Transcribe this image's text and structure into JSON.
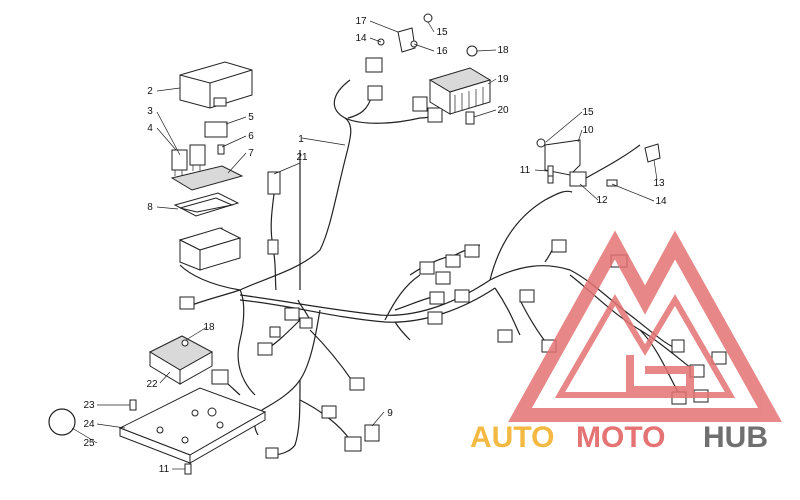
{
  "diagram": {
    "callouts": [
      {
        "id": "c1",
        "label": "1"
      },
      {
        "id": "c2",
        "label": "2"
      },
      {
        "id": "c3",
        "label": "3"
      },
      {
        "id": "c4",
        "label": "4"
      },
      {
        "id": "c5",
        "label": "5"
      },
      {
        "id": "c6",
        "label": "6"
      },
      {
        "id": "c7",
        "label": "7"
      },
      {
        "id": "c8",
        "label": "8"
      },
      {
        "id": "c9",
        "label": "9"
      },
      {
        "id": "c10",
        "label": "10"
      },
      {
        "id": "c11a",
        "label": "11"
      },
      {
        "id": "c11b",
        "label": "11"
      },
      {
        "id": "c12",
        "label": "12"
      },
      {
        "id": "c13",
        "label": "13"
      },
      {
        "id": "c14a",
        "label": "14"
      },
      {
        "id": "c14b",
        "label": "14"
      },
      {
        "id": "c15a",
        "label": "15"
      },
      {
        "id": "c15b",
        "label": "15"
      },
      {
        "id": "c16",
        "label": "16"
      },
      {
        "id": "c17",
        "label": "17"
      },
      {
        "id": "c18a",
        "label": "18"
      },
      {
        "id": "c18b",
        "label": "18"
      },
      {
        "id": "c19",
        "label": "19"
      },
      {
        "id": "c20",
        "label": "20"
      },
      {
        "id": "c21",
        "label": "21"
      },
      {
        "id": "c22",
        "label": "22"
      },
      {
        "id": "c23",
        "label": "23"
      },
      {
        "id": "c24",
        "label": "24"
      },
      {
        "id": "c25",
        "label": "25"
      }
    ]
  },
  "watermark": {
    "word_auto": "AUTO",
    "word_moto": "MOTO",
    "word_hub": "HUB",
    "colors": {
      "auto": "#f4b942",
      "moto": "#e57373",
      "hub": "#6f6f6f",
      "logo": "#e57373"
    }
  }
}
